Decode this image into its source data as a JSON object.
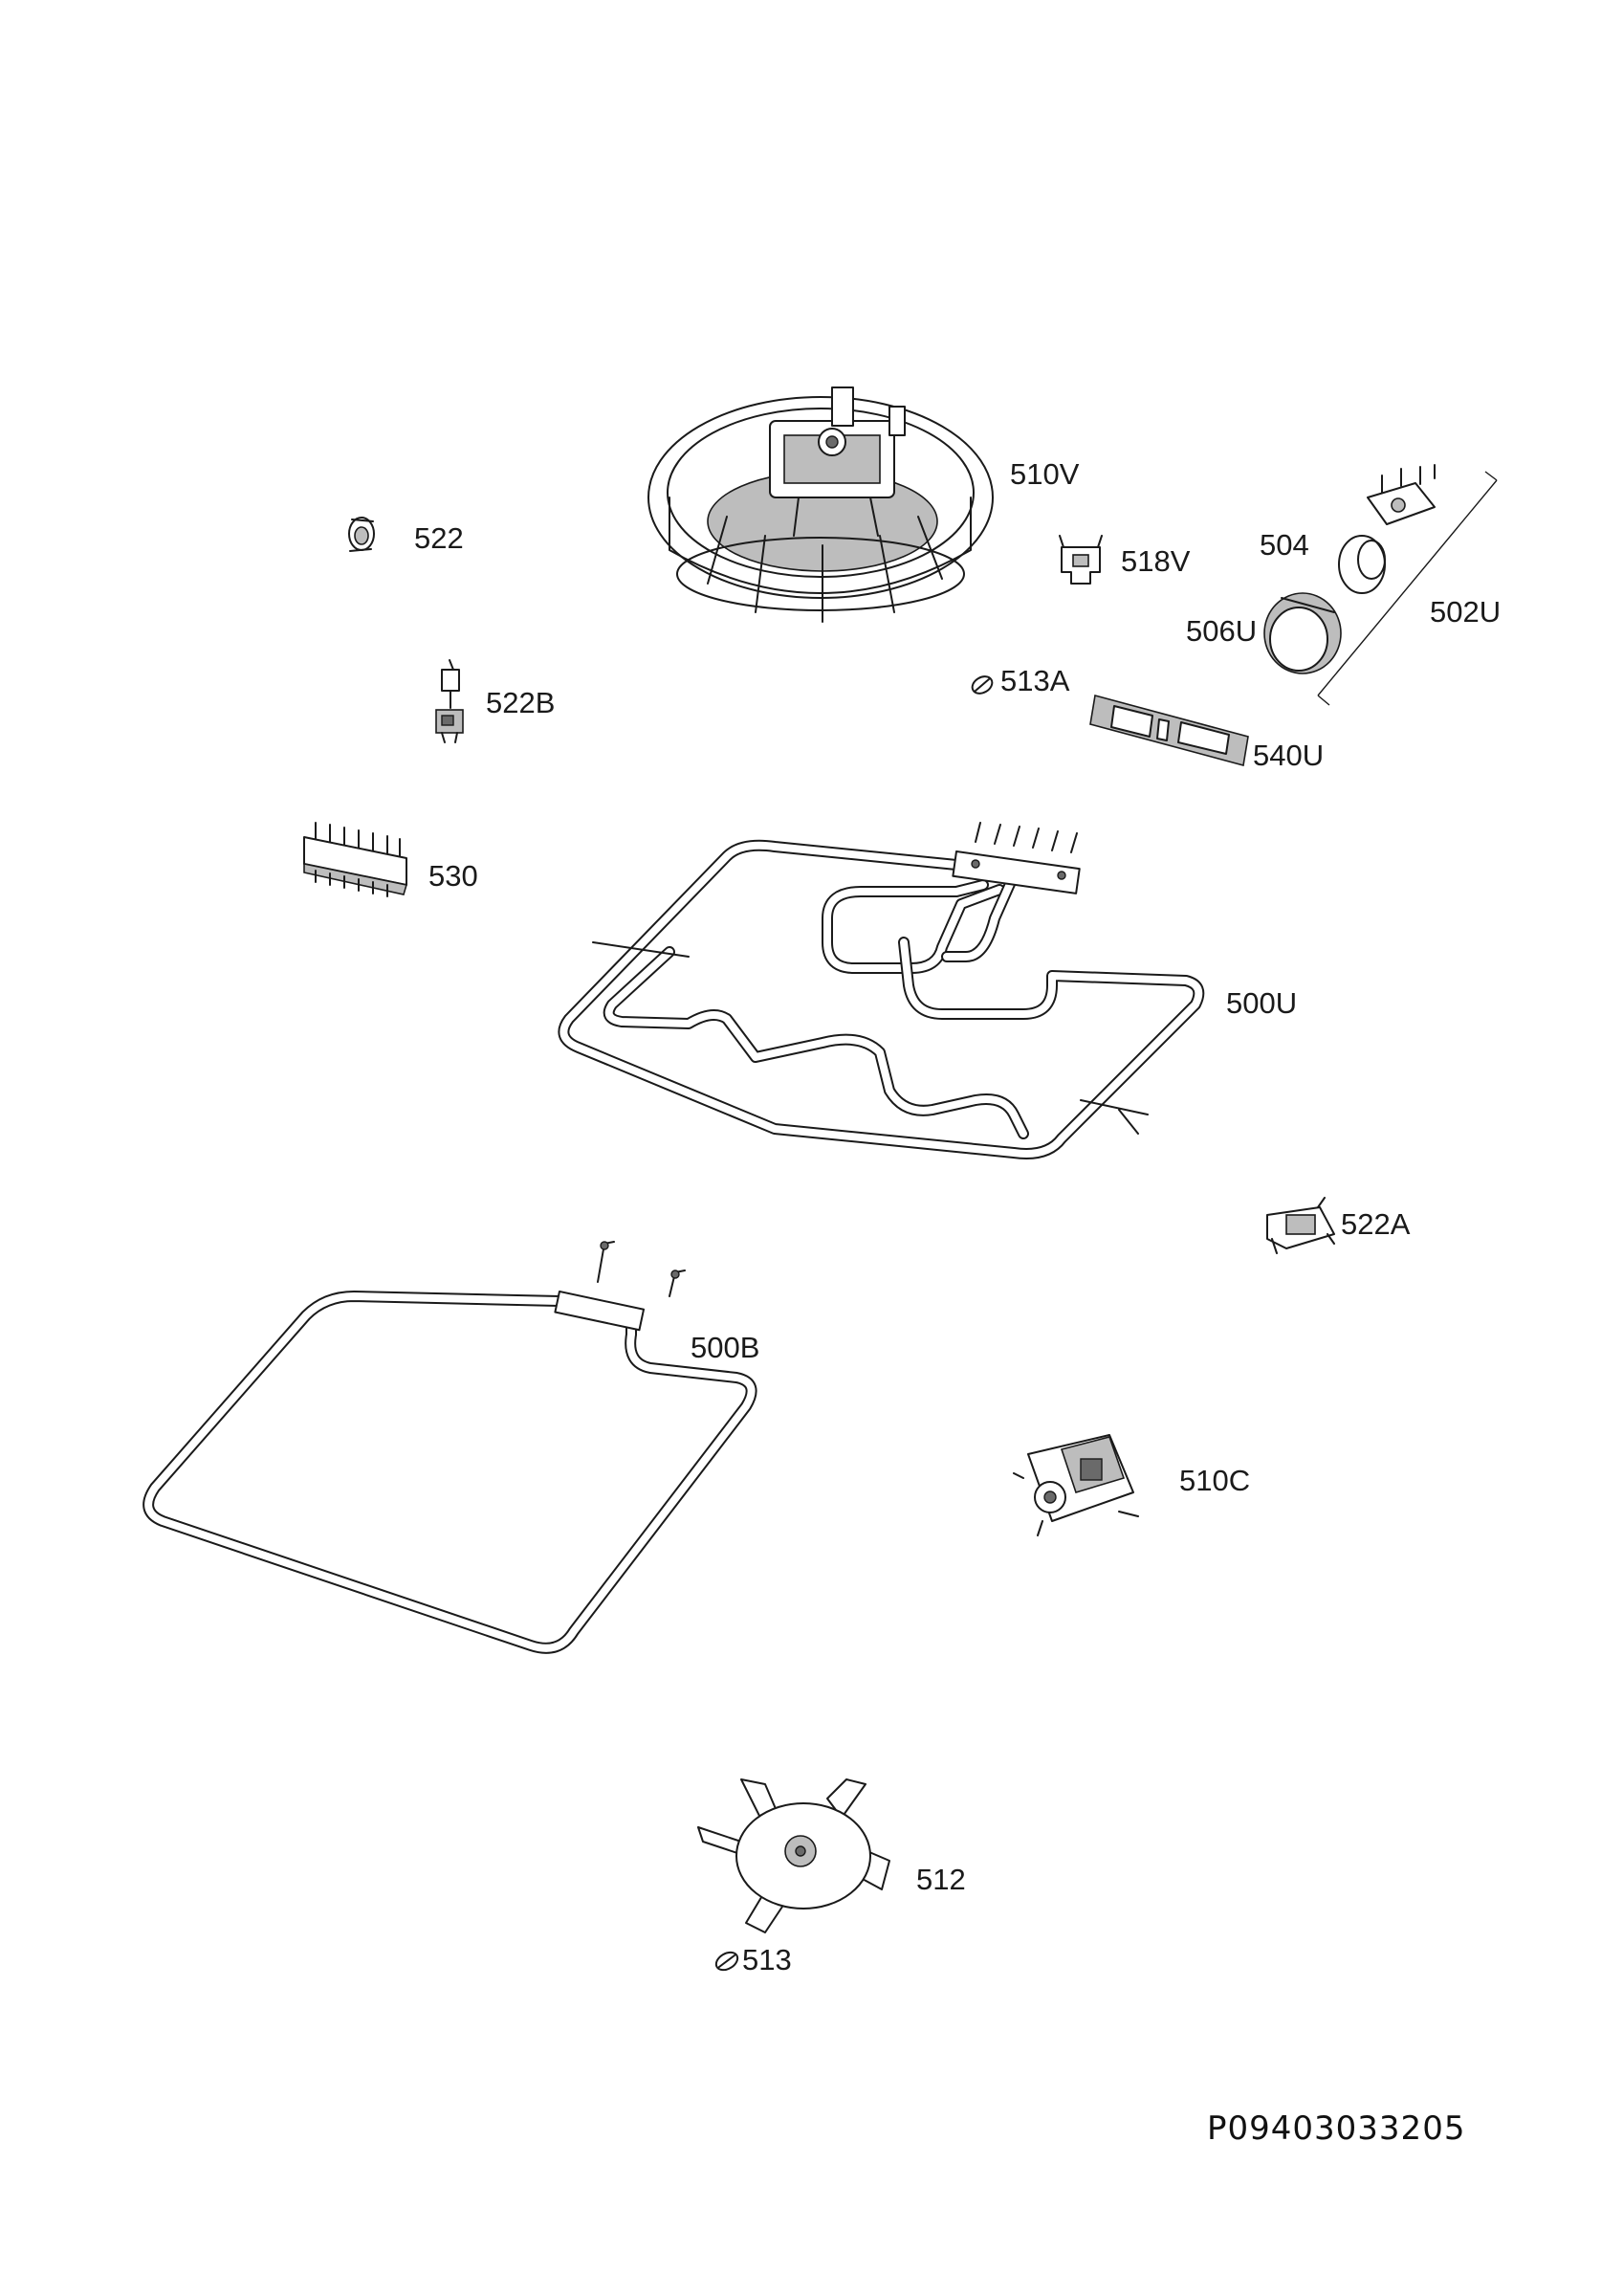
{
  "diagram": {
    "parts": {
      "p510V": "510V",
      "p522": "522",
      "p518V": "518V",
      "p504": "504",
      "p502U": "502U",
      "p506U": "506U",
      "p513A": "513A",
      "p522B": "522B",
      "p540U": "540U",
      "p530": "530",
      "p500U": "500U",
      "p522A": "522A",
      "p500B": "500B",
      "p510C": "510C",
      "p512": "512",
      "p513": "513"
    },
    "document_code": "P09403033205"
  },
  "colors": {
    "line": "#1a1a1a",
    "background": "#ffffff",
    "shading": "#bdbdbd"
  }
}
